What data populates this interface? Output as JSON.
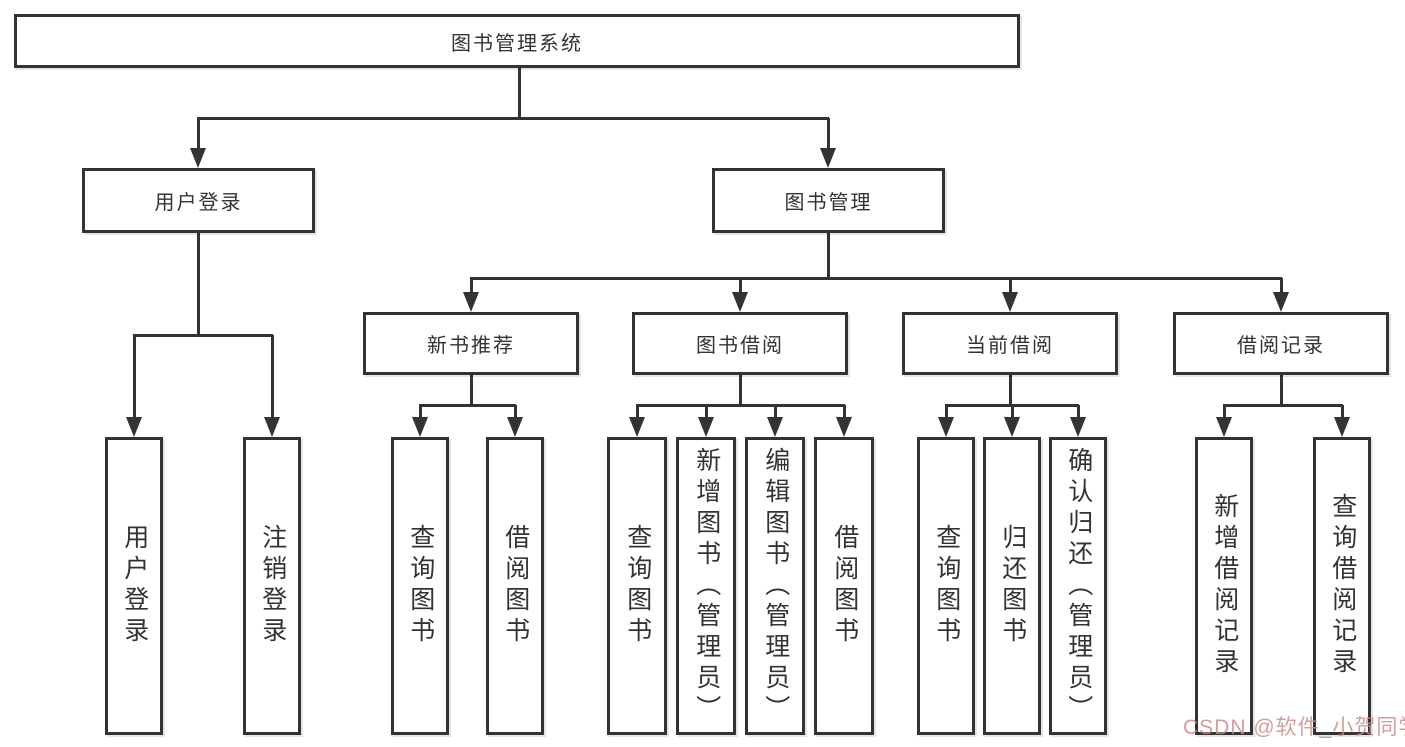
{
  "diagram_title": "图书管理系统",
  "tree": {
    "label": "图书管理系统",
    "children": [
      {
        "label": "用户登录",
        "children": [
          {
            "label": "用户登录"
          },
          {
            "label": "注销登录"
          }
        ]
      },
      {
        "label": "图书管理",
        "children": [
          {
            "label": "新书推荐",
            "children": [
              {
                "label": "查询图书"
              },
              {
                "label": "借阅图书"
              }
            ]
          },
          {
            "label": "图书借阅",
            "children": [
              {
                "label": "查询图书"
              },
              {
                "label": "新增图书（管理员）"
              },
              {
                "label": "编辑图书（管理员）"
              },
              {
                "label": "借阅图书"
              }
            ]
          },
          {
            "label": "当前借阅",
            "children": [
              {
                "label": "查询图书"
              },
              {
                "label": "归还图书"
              },
              {
                "label": "确认归还（管理员）"
              }
            ]
          },
          {
            "label": "借阅记录",
            "children": [
              {
                "label": "新增借阅记录"
              },
              {
                "label": "查询借阅记录"
              }
            ]
          }
        ]
      }
    ]
  },
  "watermark": {
    "text": "CSDN @软件_小贺同学"
  },
  "colors": {
    "line": "#333333",
    "text": "#333333",
    "background": "#ffffff",
    "watermark": "#c98f8a"
  }
}
